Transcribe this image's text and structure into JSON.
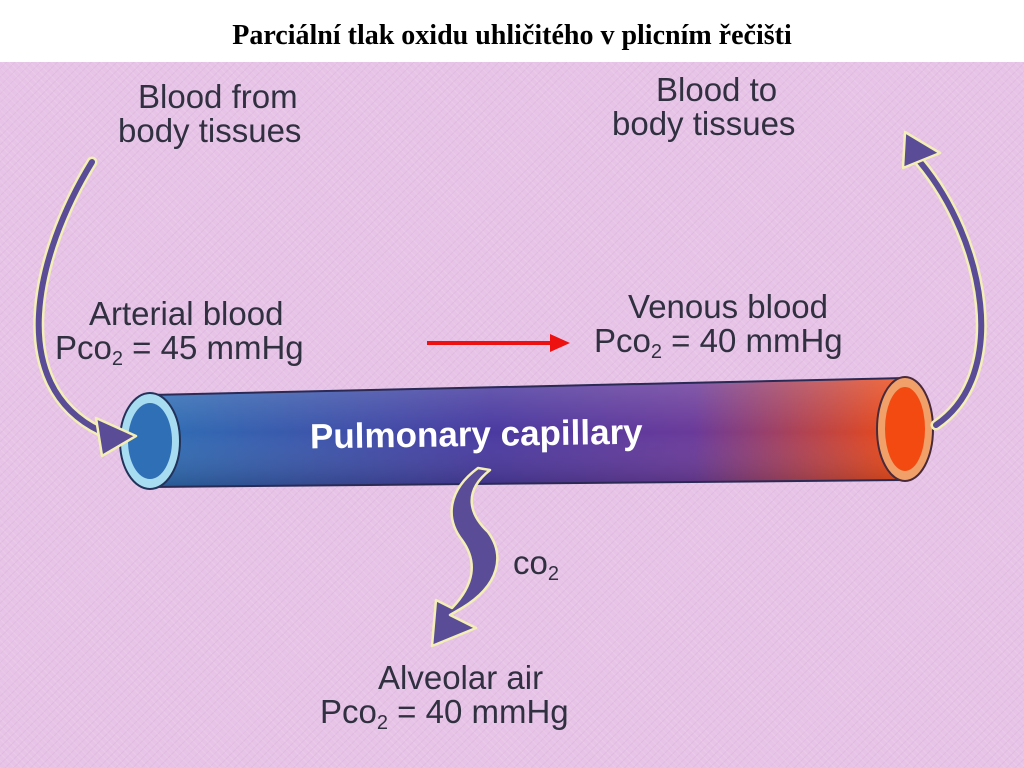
{
  "title": "Parciální tlak oxidu uhličitého v plicním řečišti",
  "blood_from": {
    "line1": "Blood from",
    "line2": "body tissues"
  },
  "blood_to": {
    "line1": "Blood to",
    "line2": "body tissues"
  },
  "arterial": {
    "name": "Arterial blood",
    "pco": "Pco",
    "sub": "2",
    "value": " = 45 mmHg"
  },
  "venous": {
    "name": "Venous blood",
    "pco": "Pco",
    "sub": "2",
    "value": " = 40 mmHg"
  },
  "capillary_label": "Pulmonary capillary",
  "co2": {
    "text": "co",
    "sub": "2"
  },
  "alveolar": {
    "name": "Alveolar air",
    "pco": "Pco",
    "sub": "2",
    "value": " = 40 mmHg"
  },
  "colors": {
    "background": "#e7c4e7",
    "arrow": "#5a4c96",
    "arrow_outline": "#f4efb6",
    "red_arrow": "#ee1111",
    "tube_left": "#2f6fb5",
    "tube_mid": "#4a3aa0",
    "tube_right": "#f24a10"
  }
}
